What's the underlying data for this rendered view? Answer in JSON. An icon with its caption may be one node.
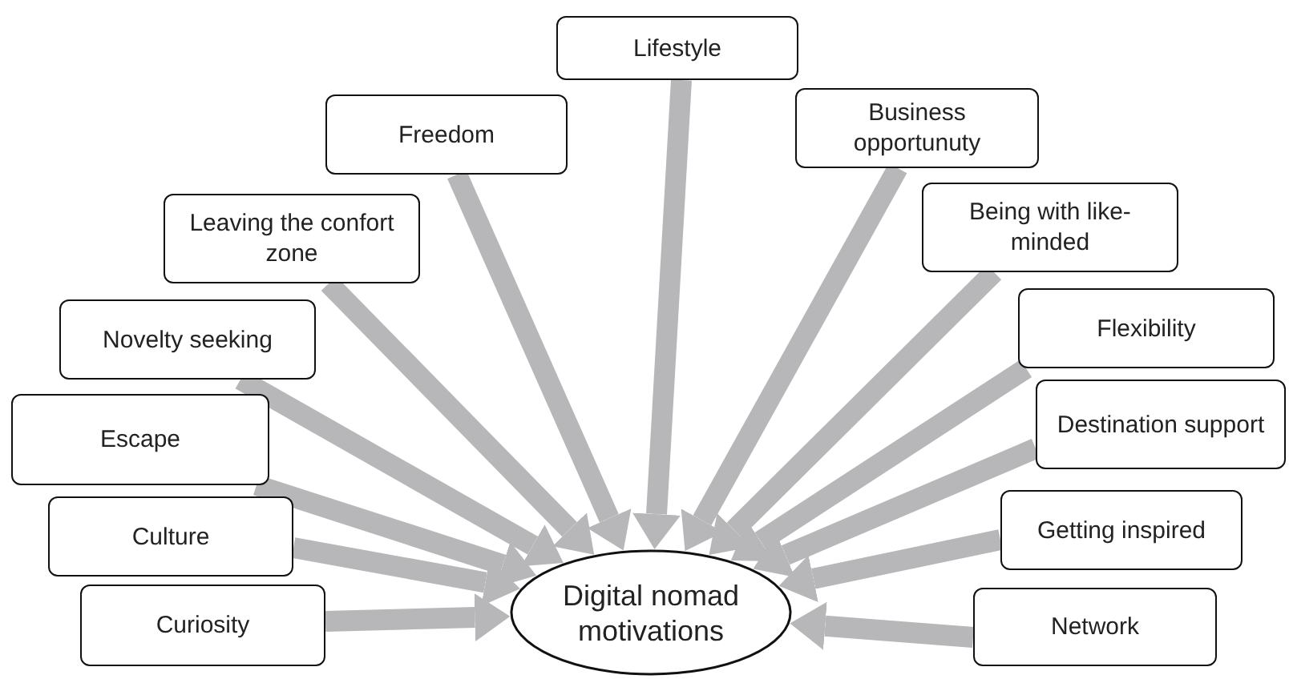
{
  "diagram": {
    "nodes": [
      {
        "text": [
          "Curiosity"
        ]
      },
      {
        "text": [
          "Culture"
        ]
      },
      {
        "text": [
          "Escape"
        ]
      },
      {
        "text": [
          "Novelty seeking"
        ]
      },
      {
        "text": [
          "Leaving the confort zone"
        ]
      },
      {
        "text": [
          "Freedom"
        ]
      },
      {
        "text": [
          "Lifestyle"
        ]
      },
      {
        "text": [
          "Business opportunuty"
        ]
      },
      {
        "text": [
          "Being with like-minded"
        ]
      },
      {
        "text": [
          "Flexibility"
        ]
      },
      {
        "text": [
          "Destination support"
        ]
      },
      {
        "text": [
          "Getting inspired"
        ]
      },
      {
        "text": [
          "Network"
        ]
      },
      {
        "text": [
          "Digital nomad motivations"
        ]
      }
    ],
    "edges": [
      {
        "from": 0,
        "to": 13,
        "arrow": "to"
      },
      {
        "from": 1,
        "to": 13,
        "arrow": "to"
      },
      {
        "from": 2,
        "to": 13,
        "arrow": "to"
      },
      {
        "from": 3,
        "to": 13,
        "arrow": "to"
      },
      {
        "from": 4,
        "to": 13,
        "arrow": "to"
      },
      {
        "from": 5,
        "to": 13,
        "arrow": "to"
      },
      {
        "from": 6,
        "to": 13,
        "arrow": "to"
      },
      {
        "from": 7,
        "to": 13,
        "arrow": "to"
      },
      {
        "from": 8,
        "to": 13,
        "arrow": "to"
      },
      {
        "from": 9,
        "to": 13,
        "arrow": "to"
      },
      {
        "from": 10,
        "to": 13,
        "arrow": "to"
      },
      {
        "from": 11,
        "to": 13,
        "arrow": "to"
      },
      {
        "from": 12,
        "to": 13,
        "arrow": "to"
      }
    ]
  }
}
